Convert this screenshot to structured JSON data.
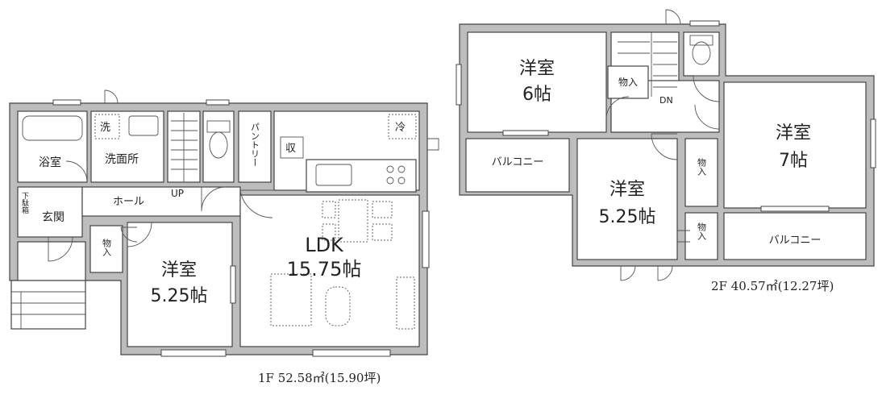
{
  "floor1": {
    "caption": "1F 52.58㎡(15.90坪)",
    "rooms": {
      "bath": "浴室",
      "washroom": "洗面所",
      "laundry": "洗",
      "pantry": "パントリー",
      "storage_osame": "収",
      "fridge": "冷",
      "shoe_box": "下駄箱",
      "entrance": "玄関",
      "hall": "ホール",
      "up": "UP",
      "closet": "物入",
      "western_name": "洋室",
      "western_size": "5.25帖",
      "ldk_name": "LDK",
      "ldk_size": "15.75帖"
    }
  },
  "floor2": {
    "caption": "2F 40.57㎡(12.27坪)",
    "rooms": {
      "w6_name": "洋室",
      "w6_size": "6帖",
      "w7_name": "洋室",
      "w7_size": "7帖",
      "w525_name": "洋室",
      "w525_size": "5.25帖",
      "balcony_left": "バルコニー",
      "balcony_right": "バルコニー",
      "closet_stair": "物入",
      "closet_a": "物入",
      "closet_b": "物入",
      "dn": "DN"
    }
  }
}
